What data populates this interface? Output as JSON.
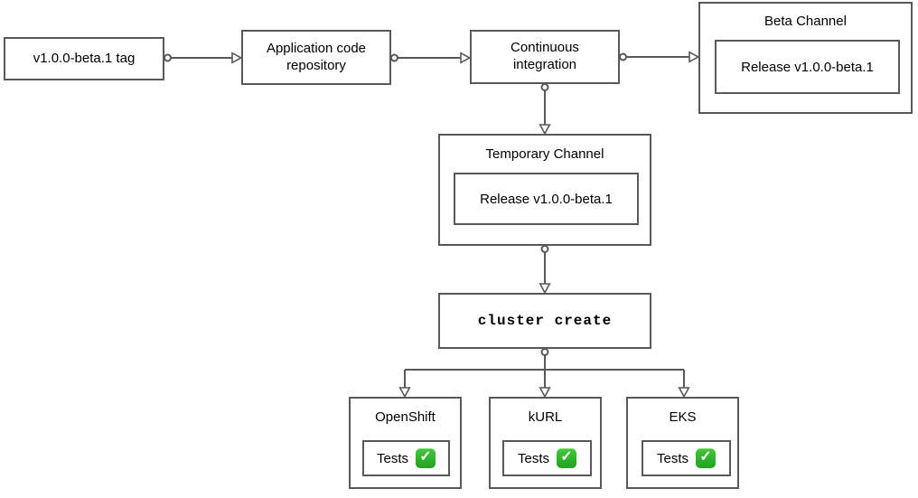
{
  "diagram": {
    "nodes": {
      "tag": {
        "label": "v1.0.0-beta.1 tag"
      },
      "repo": {
        "label": "Application code repository"
      },
      "ci": {
        "label": "Continuous integration"
      },
      "beta_channel": {
        "title": "Beta Channel",
        "release_label": "Release v1.0.0-beta.1"
      },
      "temp_channel": {
        "title": "Temporary Channel",
        "release_label": "Release v1.0.0-beta.1"
      },
      "cluster_create": {
        "label": "cluster create"
      },
      "openshift": {
        "title": "OpenShift",
        "tests_label": "Tests"
      },
      "kurl": {
        "title": "kURL",
        "tests_label": "Tests"
      },
      "eks": {
        "title": "EKS",
        "tests_label": "Tests"
      }
    },
    "icons": {
      "check_glyph": "✓",
      "check_name": "check-mark-button"
    },
    "edges": [
      {
        "from": "tag",
        "to": "repo"
      },
      {
        "from": "repo",
        "to": "ci"
      },
      {
        "from": "ci",
        "to": "beta_channel"
      },
      {
        "from": "ci",
        "to": "temp_channel"
      },
      {
        "from": "temp_channel",
        "to": "cluster_create"
      },
      {
        "from": "cluster_create",
        "to": "openshift"
      },
      {
        "from": "cluster_create",
        "to": "kurl"
      },
      {
        "from": "cluster_create",
        "to": "eks"
      }
    ],
    "colors": {
      "border": "#595959",
      "connector": "#595959",
      "background": "#ffffff",
      "text": "#000000",
      "check_green": "#2eb32a"
    }
  }
}
